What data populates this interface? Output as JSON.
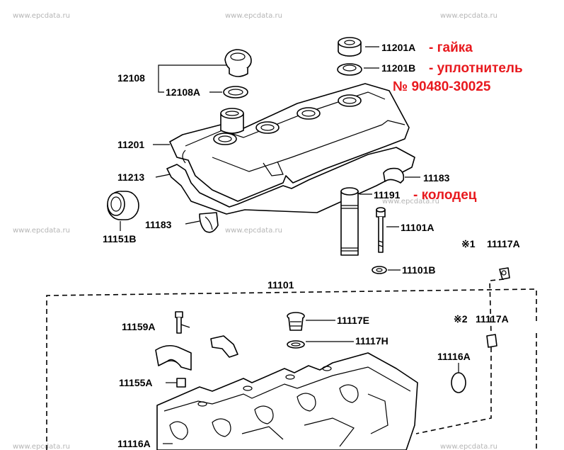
{
  "watermark": "www.epcdata.ru",
  "accent_color": "#e8191e",
  "parts": {
    "p11201A": "11201A",
    "p11201B": "11201B",
    "p12108": "12108",
    "p12108A": "12108A",
    "p11201": "11201",
    "p11213": "11213",
    "p11183_right": "11183",
    "p11191": "11191",
    "p11151B": "11151B",
    "p11183_left": "11183",
    "p11101A": "11101A",
    "p11101B": "11101B",
    "p11117A_1": "11117A",
    "p11101": "11101",
    "p11159A": "11159A",
    "p11117E": "11117E",
    "p11117A_2": "11117A",
    "p11117H": "11117H",
    "p11116A_right": "11116A",
    "p11155A": "11155A",
    "p11116A_bottom": "11116A"
  },
  "marks": {
    "mark1": "※1",
    "mark2": "※2"
  },
  "annotations": {
    "nut": "- гайка",
    "seal": "- уплотнитель",
    "seal_number": "№ 90480-30025",
    "well": "- колодец"
  }
}
